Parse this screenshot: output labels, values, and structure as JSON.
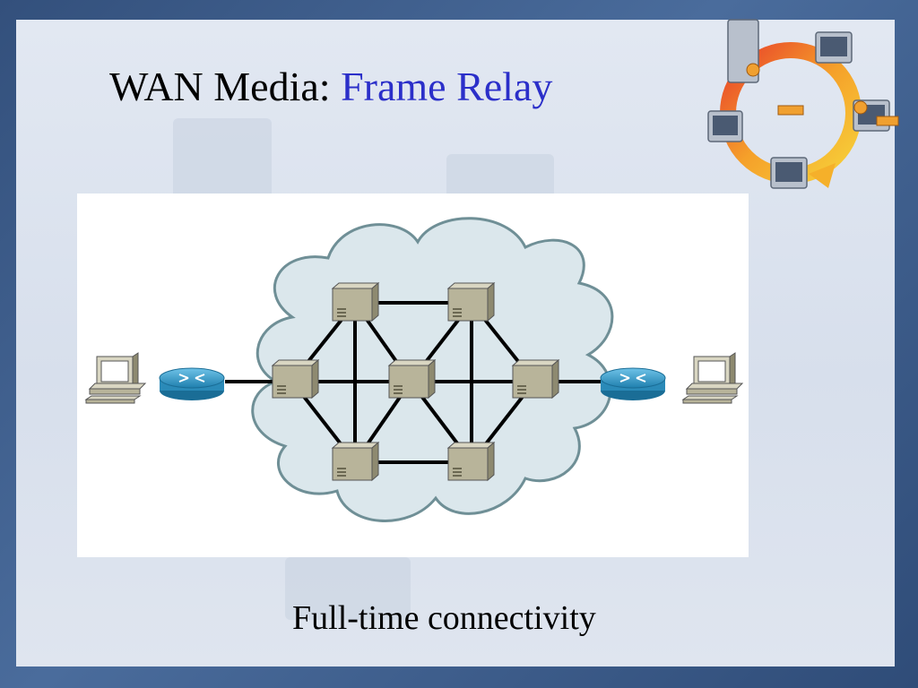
{
  "slide": {
    "title_prefix": "WAN Media: ",
    "title_highlight": "Frame Relay",
    "caption": "Full-time connectivity"
  },
  "colors": {
    "accent": "#2b2fc9",
    "cloud_fill": "#dbe7ec",
    "cloud_stroke": "#6f8f96",
    "switch_face": "#b8b49a",
    "switch_top": "#d9d6c2",
    "switch_side": "#8e8a70",
    "router": "#2a8ab8",
    "link": "#000000"
  },
  "icons": {
    "logo": "network-ring-logo-icon",
    "pc": "desktop-computer-icon",
    "router": "router-icon",
    "switch": "frame-relay-switch-icon",
    "cloud": "cloud-icon"
  }
}
